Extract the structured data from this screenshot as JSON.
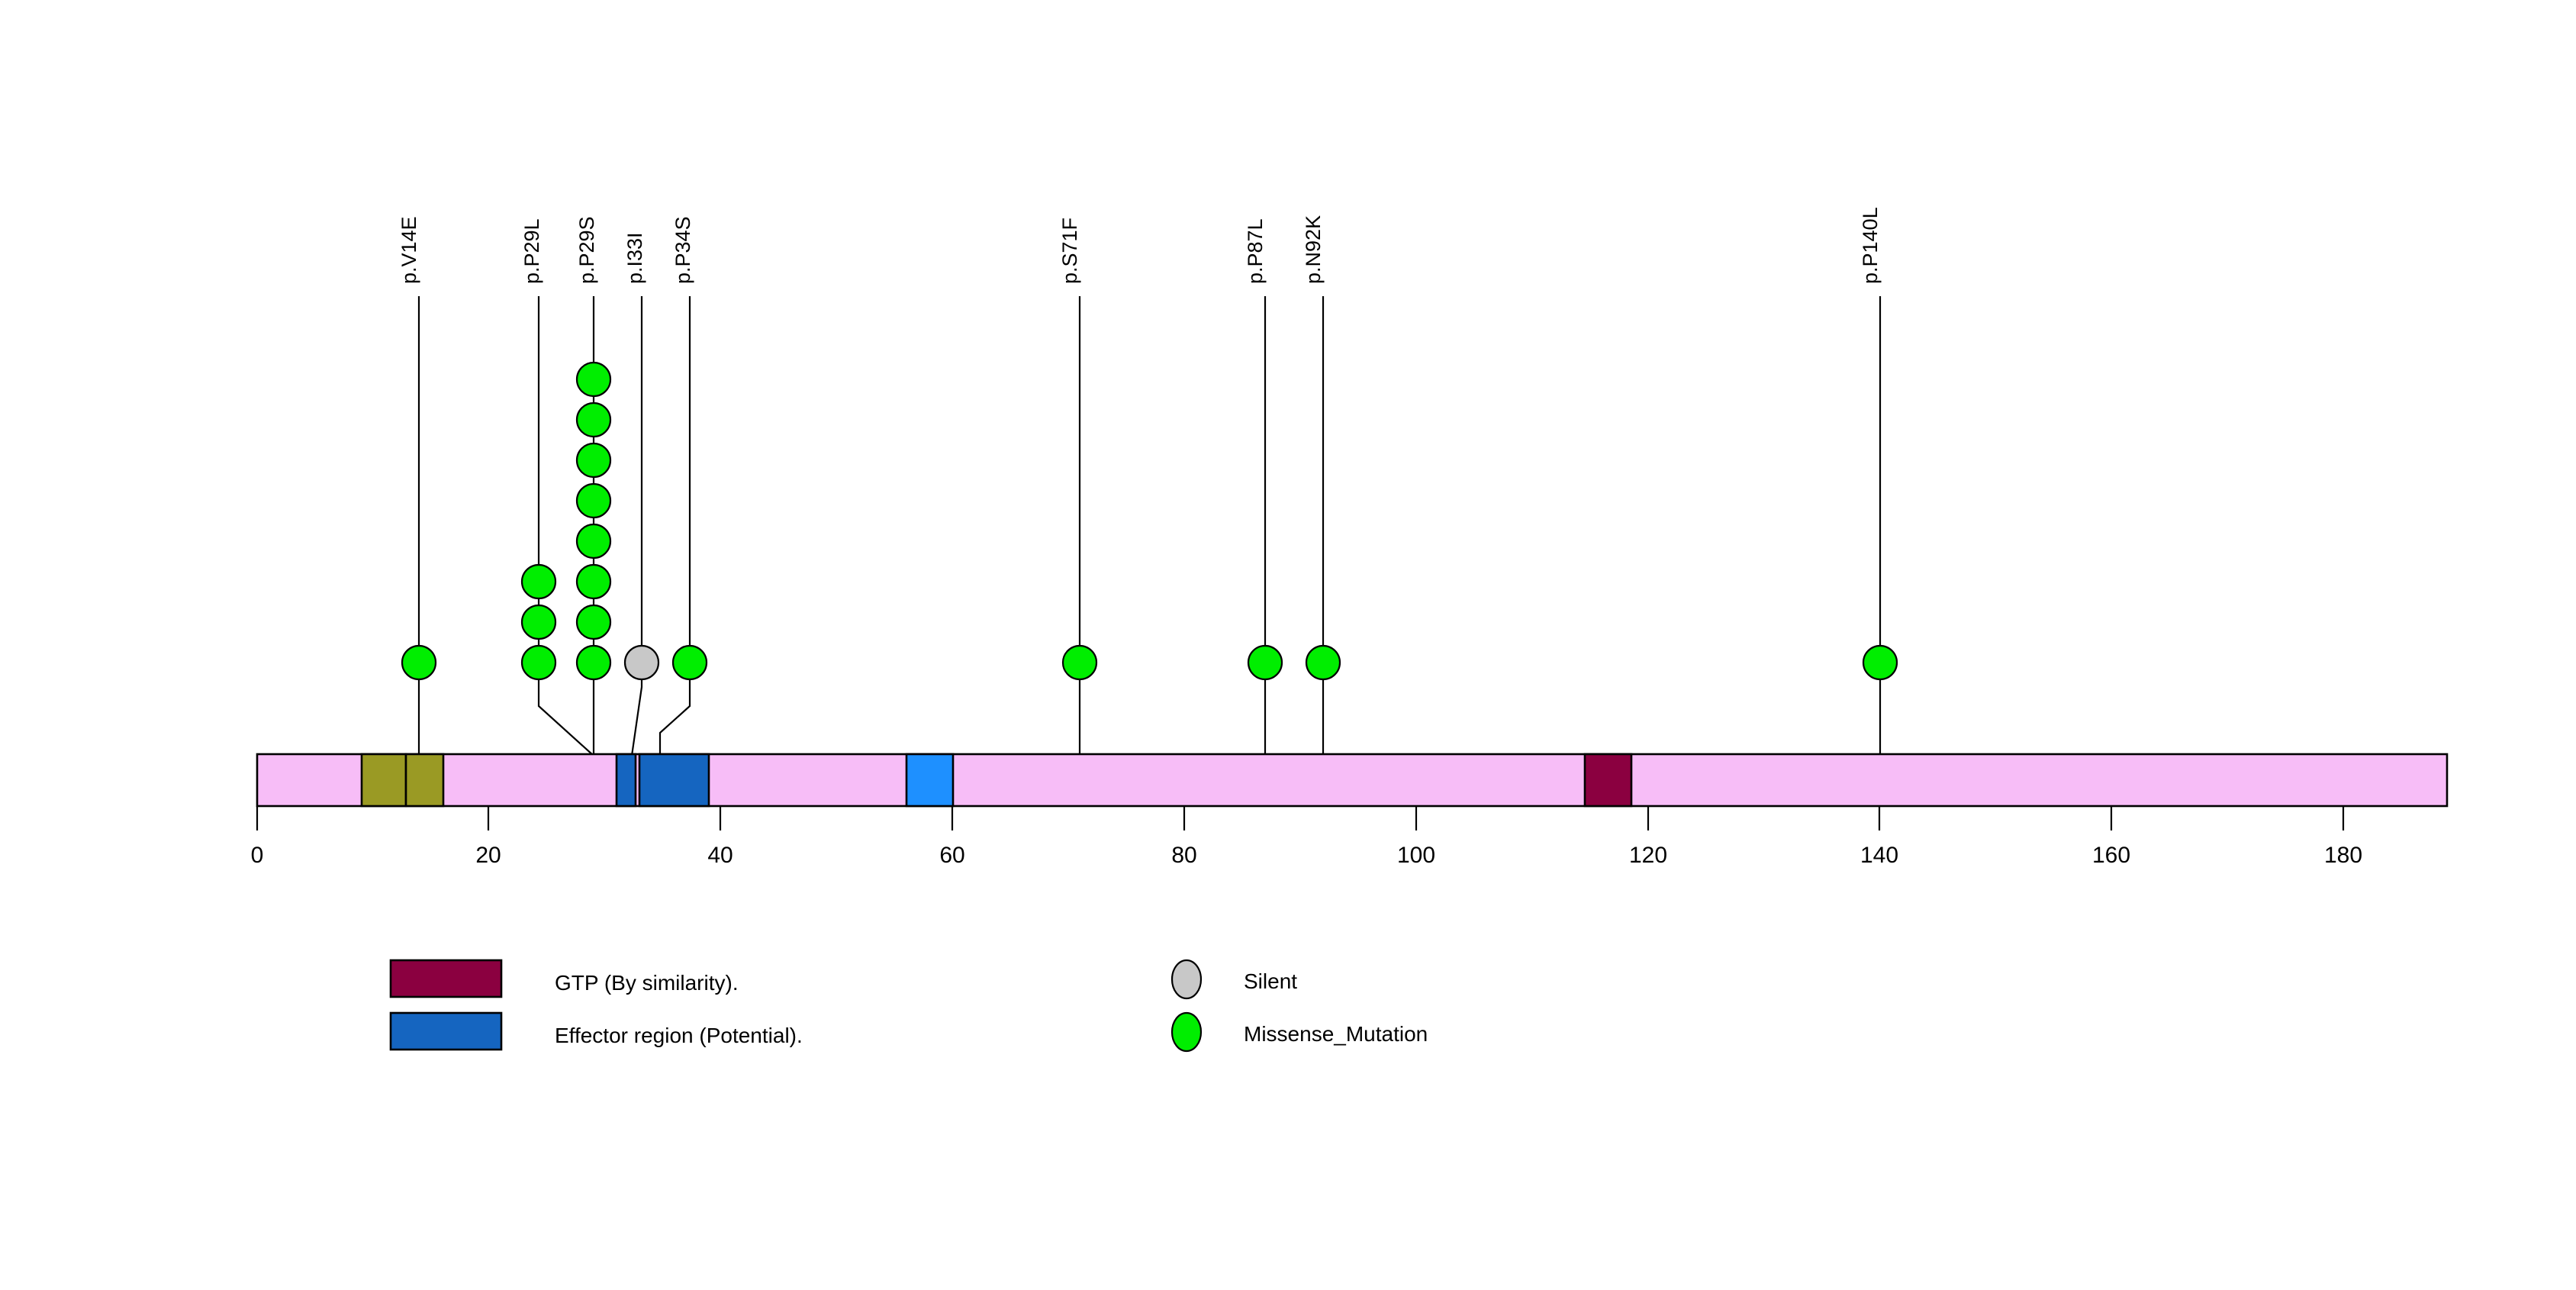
{
  "chart_data": {
    "type": "lollipop",
    "title": "",
    "xlabel": "",
    "ylabel": "",
    "protein_length": 189,
    "xlim": [
      0,
      189
    ],
    "axis_ticks": [
      0,
      20,
      40,
      60,
      80,
      100,
      120,
      140,
      160,
      180
    ],
    "axis_tick_labels": [
      "0",
      "20",
      "40",
      "60",
      "80",
      "100",
      "120",
      "140",
      "160",
      "180"
    ],
    "backbone_color": "#F7BDF7",
    "grid": false,
    "legend_position": "bottom",
    "domains": [
      {
        "name": "olive-region-a",
        "label": "",
        "start": 9.0,
        "end": 12.8,
        "color": "#9A9A24"
      },
      {
        "name": "olive-region-b",
        "label": "",
        "start": 12.8,
        "end": 16.0,
        "color": "#9A9A24"
      },
      {
        "name": "effector-region-a",
        "label": "Effector region (Potential).",
        "start": 31.0,
        "end": 32.6,
        "color": "#1565C0"
      },
      {
        "name": "effector-region-b",
        "label": "Effector region (Potential).",
        "start": 33.0,
        "end": 39.0,
        "color": "#1565C0"
      },
      {
        "name": "dodger-region",
        "label": "",
        "start": 56.0,
        "end": 60.0,
        "color": "#1E90FF"
      },
      {
        "name": "gtp-region",
        "label": "GTP (By similarity).",
        "start": 114.5,
        "end": 118.5,
        "color": "#8B0040"
      }
    ],
    "mutations": [
      {
        "label": "p.V14E",
        "position": 14,
        "label_x": 14,
        "count": 1,
        "type": "Missense_Mutation",
        "color": "#00EE00"
      },
      {
        "label": "p.P29L",
        "position": 29,
        "label_x": 24.3,
        "count": 3,
        "type": "Missense_Mutation",
        "color": "#00EE00"
      },
      {
        "label": "p.P29S",
        "position": 29,
        "label_x": 29,
        "count": 8,
        "type": "Missense_Mutation",
        "color": "#00EE00"
      },
      {
        "label": "p.I33I",
        "position": 32.3,
        "label_x": 33.2,
        "count": 1,
        "type": "Silent",
        "color": "#C8C8C8"
      },
      {
        "label": "p.P34S",
        "position": 34.8,
        "label_x": 37.1,
        "count": 1,
        "type": "Missense_Mutation",
        "color": "#00EE00"
      },
      {
        "label": "p.S71F",
        "position": 70,
        "label_x": 70,
        "count": 1,
        "type": "Missense_Mutation",
        "color": "#00EE00"
      },
      {
        "label": "p.P87L",
        "position": 86,
        "label_x": 86,
        "count": 1,
        "type": "Missense_Mutation",
        "color": "#00EE00"
      },
      {
        "label": "p.N92K",
        "position": 91,
        "label_x": 91,
        "count": 1,
        "type": "Missense_Mutation",
        "color": "#00EE00"
      },
      {
        "label": "p.P140L",
        "position": 139,
        "label_x": 139,
        "count": 1,
        "type": "Missense_Mutation",
        "color": "#00EE00"
      }
    ],
    "legend": {
      "domain_entries": [
        {
          "label": "GTP (By similarity).",
          "color": "#8B0040"
        },
        {
          "label": "Effector region (Potential).",
          "color": "#1565C0"
        }
      ],
      "mutation_entries": [
        {
          "label": "Silent",
          "color": "#C8C8C8"
        },
        {
          "label": "Missense_Mutation",
          "color": "#00EE00"
        }
      ]
    }
  },
  "labels": {
    "tick_0": "0",
    "tick_20": "20",
    "tick_40": "40",
    "tick_60": "60",
    "tick_80": "80",
    "tick_100": "100",
    "tick_120": "120",
    "tick_140": "140",
    "tick_160": "160",
    "tick_180": "180",
    "mut_1": "p.V14E",
    "mut_2": "p.P29L",
    "mut_3": "p.P29S",
    "mut_4": "p.I33I",
    "mut_5": "p.P34S",
    "mut_6": "p.S71F",
    "mut_7": "p.P87L",
    "mut_8": "p.N92K",
    "mut_9": "p.P140L",
    "legend_gtp": "GTP (By similarity).",
    "legend_effector": "Effector region (Potential).",
    "legend_silent": "Silent",
    "legend_missense": "Missense_Mutation"
  }
}
